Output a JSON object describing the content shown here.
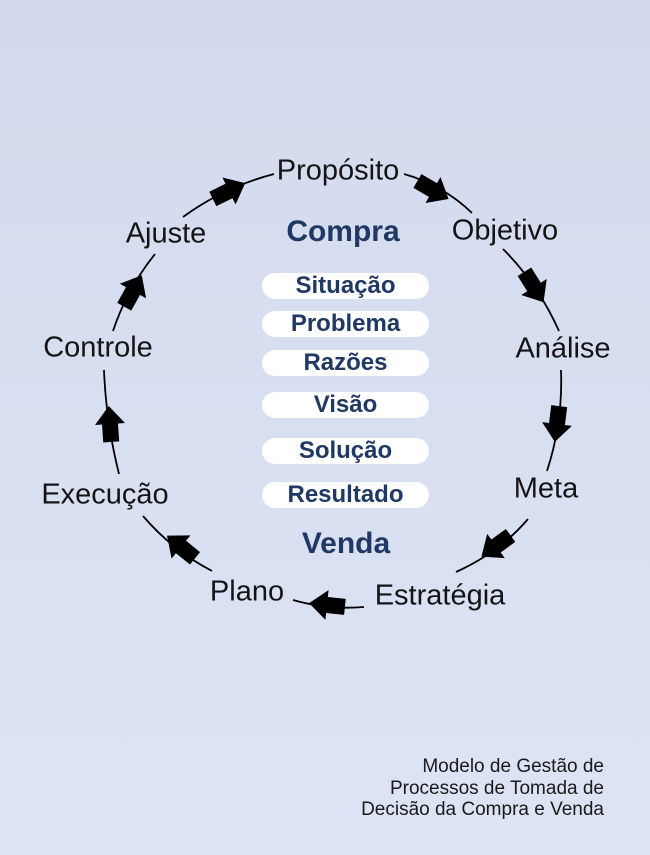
{
  "diagram": {
    "flow_direction": "clockwise",
    "buy_label": "Compra",
    "sell_label": "Venda",
    "stages": [
      "Situação",
      "Problema",
      "Razões",
      "Visão",
      "Solução",
      "Resultado"
    ],
    "cycle_nodes": [
      {
        "label": "Propósito"
      },
      {
        "label": "Objetivo"
      },
      {
        "label": "Análise"
      },
      {
        "label": "Meta"
      },
      {
        "label": "Estratégia"
      },
      {
        "label": "Plano"
      },
      {
        "label": "Execução"
      },
      {
        "label": "Controle"
      },
      {
        "label": "Ajuste"
      }
    ],
    "caption_lines": [
      "Modelo de Gestão de",
      "Processos de Tomada de",
      "Decisão da Compra e Venda"
    ]
  },
  "icons": {
    "arrowhead": "solid-block-arrow-icon"
  },
  "colors": {
    "background": "#D6DEF1",
    "navy_accent": "#1F3864",
    "pill_background": "#FFFFFF",
    "arrow_black": "#000000",
    "label_text": "#141414",
    "caption_text": "#1A1A1A"
  }
}
